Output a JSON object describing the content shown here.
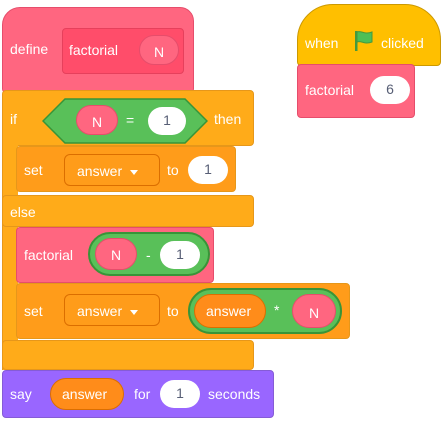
{
  "define_block": {
    "keyword": "define",
    "name": "factorial",
    "param": "N"
  },
  "if_block": {
    "if_label": "if",
    "then_label": "then",
    "else_label": "else",
    "condition": {
      "left": "N",
      "op": "=",
      "right": "1"
    }
  },
  "set_block_1": {
    "label": "set",
    "variable": "answer",
    "to_label": "to",
    "value": "1"
  },
  "factorial_call": {
    "name": "factorial",
    "expr": {
      "left": "N",
      "op": "-",
      "right": "1"
    }
  },
  "set_block_2": {
    "label": "set",
    "variable": "answer",
    "to_label": "to",
    "expr": {
      "left": "answer",
      "op": "*",
      "right": "N"
    }
  },
  "say_block": {
    "label": "say",
    "value": "answer",
    "for_label": "for",
    "seconds_value": "1",
    "seconds_label": "seconds"
  },
  "flag_script": {
    "when_label": "when",
    "flag_icon": "green-flag-icon",
    "clicked_label": "clicked",
    "call_name": "factorial",
    "call_arg": "6"
  },
  "colors": {
    "custom": "#FF6680",
    "control": "#FFAB19",
    "operator": "#59C059",
    "looks": "#9966FF",
    "event": "#FFBF00",
    "variable": "#FF8C1A"
  }
}
